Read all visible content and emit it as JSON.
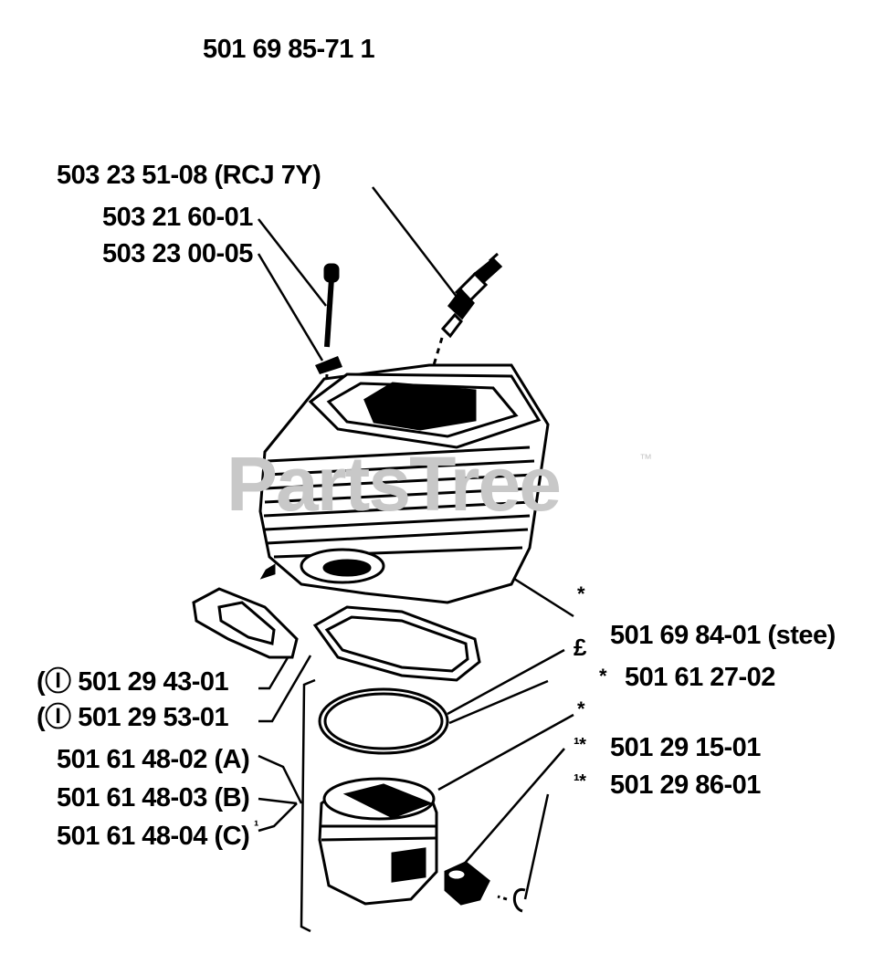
{
  "header": {
    "assembly_number": "501 69 85-71  1"
  },
  "watermark": {
    "text": "PartsTree",
    "mark": "™"
  },
  "labels": {
    "spark_plug": "503 23 51-08 (RCJ 7Y)",
    "screw": "503 21 60-01",
    "washer": "503 23 00-05",
    "gasket_1": "(Ⓘ 501 29 43-01",
    "gasket_2": "(Ⓘ 501 29 53-01",
    "piston_a": "501 61 48-02 (A)",
    "piston_b": "501 61 48-03 (B)",
    "piston_c": "501 61 48-04 (C)",
    "cylinder": "501 69 84-01 (stee)",
    "piston_ring": "501 61 27-02",
    "piston_pin": "501 29 15-01",
    "circlip": "501 29 86-01"
  },
  "markers": {
    "star": "*",
    "ring_mark": "£",
    "star_ring": "*",
    "star_piston": "*",
    "pin_mark": "¹*",
    "clip_mark": "¹*",
    "c_suffix": "¹"
  },
  "colors": {
    "ink": "#000000",
    "watermark": "#c8c8c8",
    "background": "#ffffff"
  }
}
